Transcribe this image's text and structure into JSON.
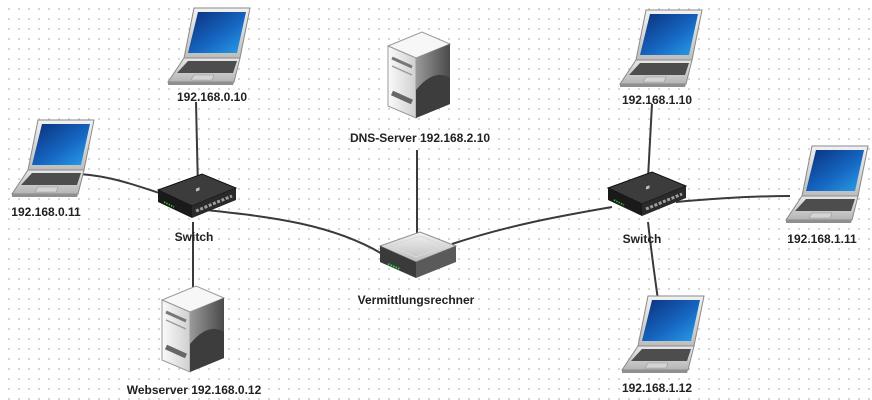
{
  "diagram": {
    "nodes": {
      "laptop_a1": {
        "label": "192.168.0.10",
        "icon": "laptop-icon"
      },
      "laptop_a2": {
        "label": "192.168.0.11",
        "icon": "laptop-icon"
      },
      "switch_a": {
        "label": "Switch",
        "icon": "switch-icon"
      },
      "webserver": {
        "label": "Webserver 192.168.0.12",
        "icon": "server-icon"
      },
      "dns": {
        "label": "DNS-Server 192.168.2.10",
        "icon": "server-icon"
      },
      "router": {
        "label": "Vermittlungsrechner",
        "icon": "router-icon"
      },
      "switch_b": {
        "label": "Switch",
        "icon": "switch-icon"
      },
      "laptop_b1": {
        "label": "192.168.1.10",
        "icon": "laptop-icon"
      },
      "laptop_b2": {
        "label": "192.168.1.11",
        "icon": "laptop-icon"
      },
      "laptop_b3": {
        "label": "192.168.1.12",
        "icon": "laptop-icon"
      }
    },
    "links": [
      [
        "switch_a",
        "laptop_a1"
      ],
      [
        "switch_a",
        "laptop_a2"
      ],
      [
        "switch_a",
        "webserver"
      ],
      [
        "switch_a",
        "router"
      ],
      [
        "router",
        "dns"
      ],
      [
        "router",
        "switch_b"
      ],
      [
        "switch_b",
        "laptop_b1"
      ],
      [
        "switch_b",
        "laptop_b2"
      ],
      [
        "switch_b",
        "laptop_b3"
      ]
    ],
    "colors": {
      "link": "#3a3a3a",
      "screen": "#1565c0",
      "device_dark": "#1e1e1e",
      "server_light": "#e6e6e6"
    }
  }
}
